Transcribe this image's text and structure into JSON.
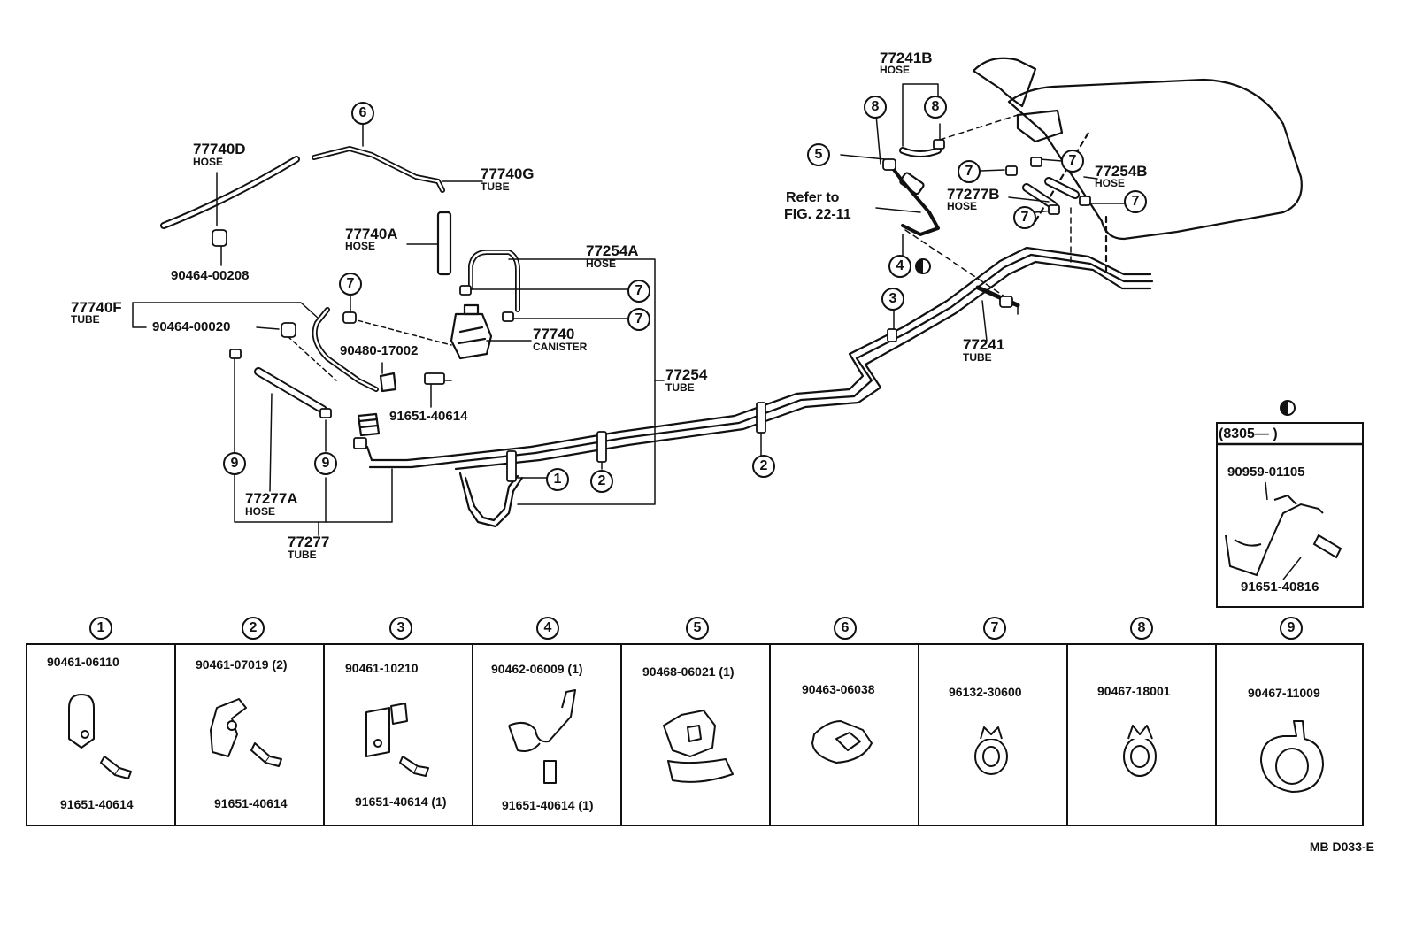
{
  "labels": {
    "hose_77740D": {
      "part": "77740D",
      "type": "HOSE"
    },
    "tube_77740G": {
      "part": "77740G",
      "type": "TUBE"
    },
    "hose_77740A": {
      "part": "77740A",
      "type": "HOSE"
    },
    "hose_77254A": {
      "part": "77254A",
      "type": "HOSE"
    },
    "tube_77740F": {
      "part": "77740F",
      "type": "TUBE"
    },
    "canister_77740": {
      "part": "77740",
      "type": "CANISTER"
    },
    "tube_77254": {
      "part": "77254",
      "type": "TUBE"
    },
    "hose_77277A": {
      "part": "77277A",
      "type": "HOSE"
    },
    "tube_77277": {
      "part": "77277",
      "type": "TUBE"
    },
    "hose_77241B": {
      "part": "77241B",
      "type": "HOSE"
    },
    "hose_77254B": {
      "part": "77254B",
      "type": "HOSE"
    },
    "hose_77277B": {
      "part": "77277B",
      "type": "HOSE"
    },
    "tube_77241": {
      "part": "77241",
      "type": "TUBE"
    }
  },
  "part_numbers": {
    "p90464_00208": "90464-00208",
    "p90464_00020": "90464-00020",
    "p90480_17002": "90480-17002",
    "p91651_40614": "91651-40614",
    "p90959_01105": "90959-01105",
    "p91651_40816": "91651-40816"
  },
  "reference": {
    "line1": "Refer to",
    "line2": "FIG. 22-11"
  },
  "inset": {
    "date_range": "(8305—        )"
  },
  "callouts": [
    "1",
    "2",
    "3",
    "4",
    "5",
    "6",
    "7",
    "8",
    "9"
  ],
  "table": [
    {
      "num": "1",
      "clamp": "90461-06110",
      "bolt": "91651-40614"
    },
    {
      "num": "2",
      "clamp": "90461-07019 (2)",
      "bolt": "91651-40614"
    },
    {
      "num": "3",
      "clamp": "90461-10210",
      "bolt": "91651-40614 (1)"
    },
    {
      "num": "4",
      "clamp": "90462-06009 (1)",
      "bolt": "91651-40614 (1)"
    },
    {
      "num": "5",
      "clamp": "90468-06021 (1)",
      "bolt": ""
    },
    {
      "num": "6",
      "clamp": "90463-06038",
      "bolt": ""
    },
    {
      "num": "7",
      "clamp": "96132-30600",
      "bolt": ""
    },
    {
      "num": "8",
      "clamp": "90467-18001",
      "bolt": ""
    },
    {
      "num": "9",
      "clamp": "90467-11009",
      "bolt": ""
    }
  ],
  "footer": "MB  D033-E"
}
